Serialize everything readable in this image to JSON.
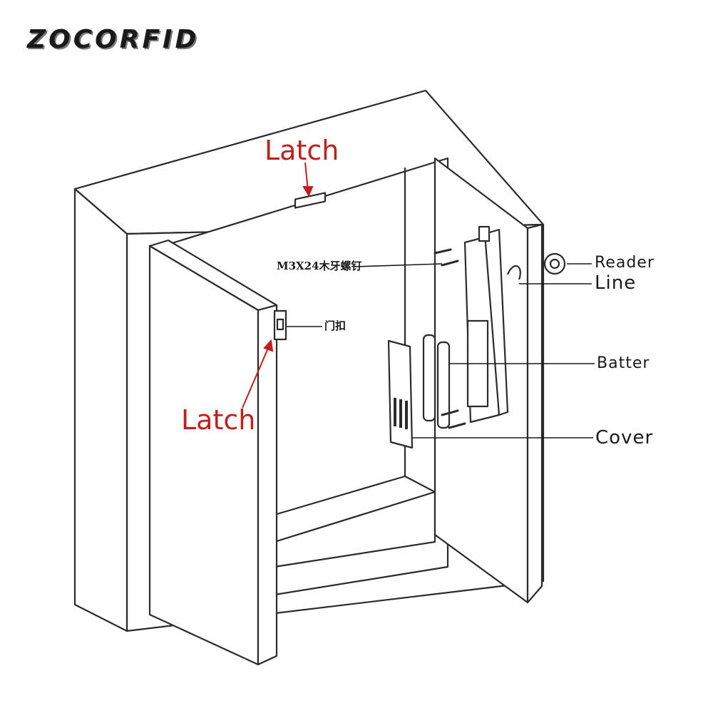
{
  "brand": "ZOCORFID",
  "labels": {
    "latch_top": "Latch",
    "latch_left": "Latch",
    "screw_spec": "M3X24木牙螺钉",
    "door_buckle": "门扣",
    "reader": "Reader",
    "line": "Line",
    "battery": "Batter",
    "cover": "Cover"
  },
  "colors": {
    "brand": "#1a1a1a",
    "latch_label": "#c0201c",
    "label": "#1a1a1a",
    "outline": "#2b2b2b",
    "fill": "#ffffff"
  }
}
